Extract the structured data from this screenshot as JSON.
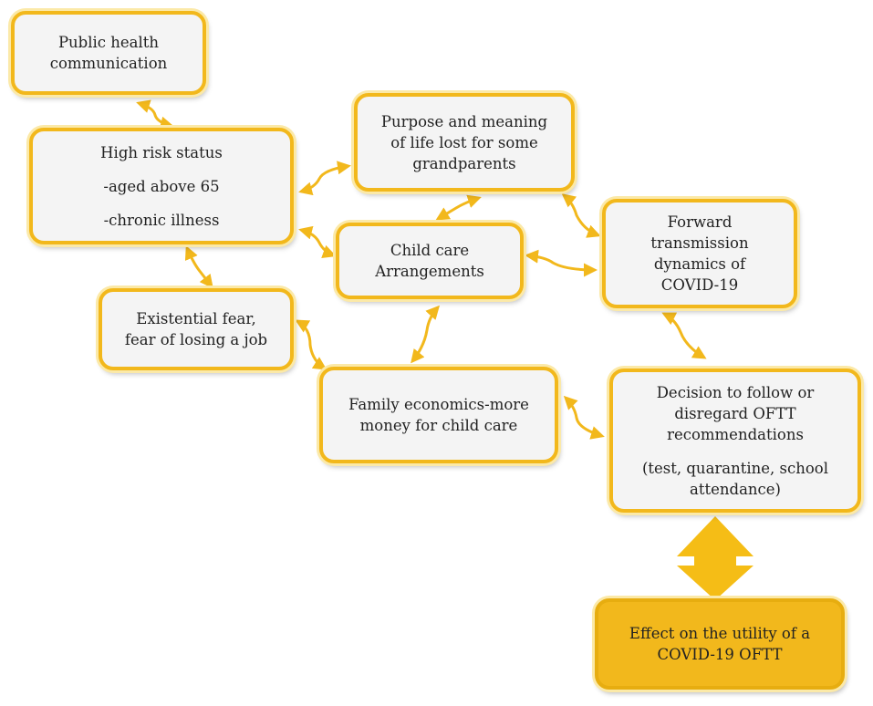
{
  "colors": {
    "accent": "#f2b81c",
    "box_fill": "#f4f4f4",
    "final_fill": "#f2b81c"
  },
  "boxes": {
    "public_health": {
      "lines": [
        "Public health",
        "communication"
      ]
    },
    "high_risk": {
      "lines": [
        "High risk status",
        "-aged above 65",
        "-chronic illness"
      ]
    },
    "purpose": {
      "lines": [
        "Purpose and meaning",
        "of life lost for some",
        "grandparents"
      ]
    },
    "child_care": {
      "lines": [
        "Child care",
        "Arrangements"
      ]
    },
    "forward": {
      "lines": [
        "Forward",
        "transmission",
        "dynamics of",
        "COVID-19"
      ]
    },
    "existential": {
      "lines": [
        "Existential fear,",
        "fear of losing a job"
      ]
    },
    "family": {
      "lines": [
        "Family economics-more",
        "money for child care"
      ]
    },
    "decision": {
      "lines": [
        "Decision to follow or",
        "disregard OFTT",
        "recommendations",
        "(test, quarantine, school",
        "attendance)"
      ]
    },
    "effect": {
      "lines": [
        "Effect on the utility of a",
        "COVID-19 OFTT"
      ]
    }
  }
}
